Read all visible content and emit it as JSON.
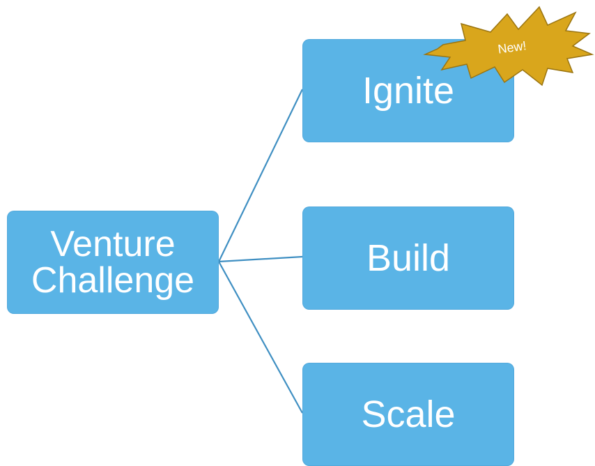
{
  "diagram": {
    "root": {
      "label": "Venture Challenge"
    },
    "children": [
      {
        "label": "Ignite"
      },
      {
        "label": "Build"
      },
      {
        "label": "Scale"
      }
    ],
    "badge": {
      "label": "New!"
    }
  },
  "colors": {
    "node_fill": "#5AB4E6",
    "node_text": "#FFFFFF",
    "connector": "#3F8FC2",
    "badge_fill": "#D9A61C",
    "badge_stroke": "#9A7410",
    "background": "#FFFFFF"
  }
}
